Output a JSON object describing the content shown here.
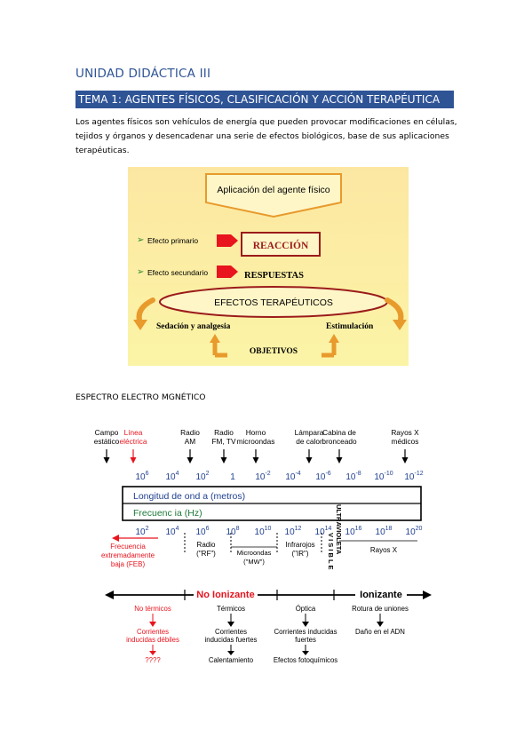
{
  "document": {
    "unit_title": "UNIDAD DIDÁCTICA III",
    "topic_title": "TEMA 1: AGENTES FÍSICOS, CLASIFICACIÓN Y ACCIÓN TERAPÉUTICA",
    "intro_text": "Los agentes físicos son vehículos de energía que pueden provocar modificaciones en células, tejidos y órganos y desencadenar una serie de efectos biológicos, base de sus aplicaciones terapéuticas.",
    "spectrum_label": "ESPECTRO ELECTRO MGNÉTICO"
  },
  "flow_diagram": {
    "application": "Aplicación del agente físico",
    "primary_effect": "Efecto primario",
    "secondary_effect": "Efecto secundario",
    "reaction": "REACCIÓN",
    "responses": "RESPUESTAS",
    "therapeutic_effects": "EFECTOS TERAPÉUTICOS",
    "sedation": "Sedación y analgesia",
    "stimulation": "Estimulación",
    "objectives": "OBJETIVOS",
    "colors": {
      "background": "#FBF3A0",
      "accent": "#E8141E",
      "border": "#9B1B1B",
      "arrow": "#E89A2C"
    }
  },
  "spectrum_diagram": {
    "sources": [
      {
        "line1": "Campo",
        "line2": "estático"
      },
      {
        "line1": "Línea",
        "line2": "eléctrica"
      },
      {
        "line1": "Radio",
        "line2": "AM"
      },
      {
        "line1": "Radio",
        "line2": "FM, TV"
      },
      {
        "line1": "Horno",
        "line2": "microondas"
      },
      {
        "line1": "Lámpara",
        "line2": "de calor"
      },
      {
        "line1": "Cabina de",
        "line2": "bronceado"
      },
      {
        "line1": "Rayos X",
        "line2": "médicos"
      }
    ],
    "wavelength_ticks": [
      {
        "base": "10",
        "exp": "6"
      },
      {
        "base": "10",
        "exp": "4"
      },
      {
        "base": "10",
        "exp": "2"
      },
      {
        "base": "1",
        "exp": ""
      },
      {
        "base": "10",
        "exp": "-2"
      },
      {
        "base": "10",
        "exp": "-4"
      },
      {
        "base": "10",
        "exp": "-6"
      },
      {
        "base": "10",
        "exp": "-8"
      },
      {
        "base": "10",
        "exp": "-10"
      },
      {
        "base": "10",
        "exp": "-12"
      }
    ],
    "wavelength_label": "Longitud de ond a (metros)",
    "frequency_label": "Frecuenc ia (Hz)",
    "frequency_ticks": [
      {
        "base": "10",
        "exp": "2"
      },
      {
        "base": "10",
        "exp": "4"
      },
      {
        "base": "10",
        "exp": "6"
      },
      {
        "base": "10",
        "exp": "8"
      },
      {
        "base": "10",
        "exp": "10"
      },
      {
        "base": "10",
        "exp": "12"
      },
      {
        "base": "10",
        "exp": "14"
      },
      {
        "base": "10",
        "exp": "16"
      },
      {
        "base": "10",
        "exp": "18"
      },
      {
        "base": "10",
        "exp": "20"
      }
    ],
    "feb": {
      "line1": "Frecuencia",
      "line2": "extremadamente",
      "line3": "baja (FEB)"
    },
    "bands": [
      {
        "line1": "Radio",
        "line2": "(\"RF\")"
      },
      {
        "line1": "Microondas",
        "line2": "(\"MW\")"
      },
      {
        "line1": "Infrarojos",
        "line2": "(\"IR\")"
      },
      {
        "line1": "Rayos X",
        "line2": ""
      }
    ],
    "visible": "V I S I B L E",
    "ultraviolet": "ULTRAVIOLETA",
    "non_ionizing": "No Ionizante",
    "ionizing": "Ionizante",
    "effects": {
      "non_thermal": "No térmicos",
      "thermal": "Térmicos",
      "optical": "Óptica",
      "bond_breaking": "Rotura de uniones",
      "weak_currents_1": "Corrientes",
      "weak_currents_2": "inducidas débiles",
      "unknown": "????",
      "strong_currents_1": "Corrientes",
      "strong_currents_2": "inducidas fuertes",
      "heating": "Calentamiento",
      "strong_currents_opt_1": "Corrientes inducidas",
      "strong_currents_opt_2": "fuertes",
      "photochemical": "Efectos fotoquímicos",
      "dna_damage": "Daño en el ADN"
    },
    "colors": {
      "red": "#E8141E",
      "box_border": "#000000"
    }
  }
}
